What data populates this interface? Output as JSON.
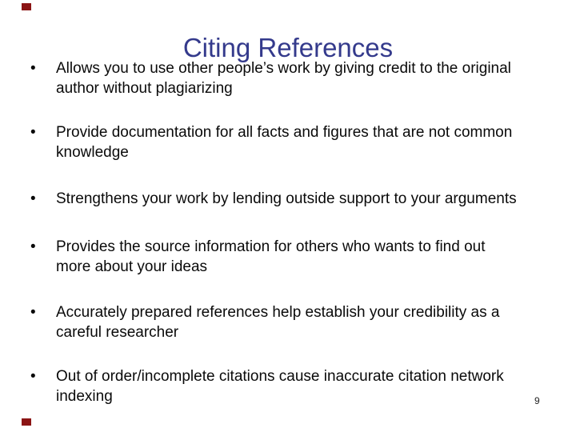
{
  "slide": {
    "title": "Citing References",
    "title_color": "#343a8c",
    "text_color": "#0a0a0a",
    "corner_mark_color": "#8b1414",
    "bullet_glyph": "•",
    "bullets": [
      {
        "lines": [
          "Allows you to use other people’s work by giving credit to the original",
          "author without plagiarizing"
        ]
      },
      {
        "lines": [
          "Provide documentation for all facts and figures that are not common",
          "knowledge"
        ]
      },
      {
        "lines": [
          "Strengthens your work by lending outside support to your arguments"
        ]
      },
      {
        "lines": [
          "Provides the source information for others who wants to find out",
          "more about your ideas"
        ]
      },
      {
        "lines": [
          "Accurately prepared references help establish your credibility as a",
          "careful researcher"
        ]
      },
      {
        "lines": [
          "Out of order/incomplete citations cause inaccurate citation network",
          "indexing"
        ]
      }
    ],
    "page_number": "9"
  }
}
